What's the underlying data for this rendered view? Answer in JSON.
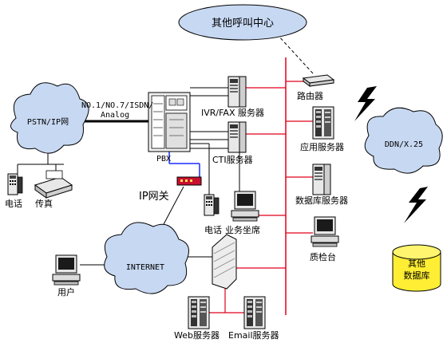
{
  "nodes": {
    "call_center": "其他呼叫中心",
    "pstn": "PSTN/IP网",
    "trunk_line1": "NO.1/NO.7/ISDN/",
    "trunk_line2": "Analog",
    "pbx": "PBX",
    "ivr": "IVR/FAX 服务器",
    "cti": "CTI服务器",
    "router": "路由器",
    "app_server": "应用服务器",
    "db_server": "数据库服务器",
    "qc_station": "质检台",
    "phone_left": "电话",
    "fax": "传真",
    "ip_gateway": "IP网关",
    "phone_mid": "电话",
    "agent": "业务坐席",
    "internet": "INTERNET",
    "user": "用户",
    "web_server": "Web服务器",
    "email_server": "Email服务器",
    "ddn": "DDN/X.25",
    "other_db1": "其他",
    "other_db2": "数据库"
  },
  "colors": {
    "cloud_fill": "#c7d8f2",
    "lan_line": "#e0001a",
    "gateway_line": "#1a2cff",
    "database_fill": "#ffee33",
    "device_fill": "#f2f2f2"
  }
}
